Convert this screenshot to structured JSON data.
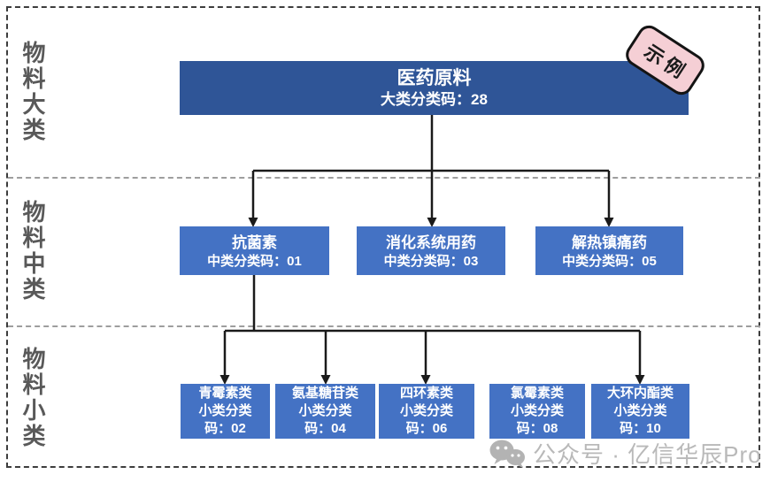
{
  "badge": {
    "label": "示例"
  },
  "side_labels": [
    {
      "label": "物料大类"
    },
    {
      "label": "物料中类"
    },
    {
      "label": "物料小类"
    }
  ],
  "root_node": {
    "title": "医药原料",
    "code": "大类分类码：28"
  },
  "middle_nodes": [
    {
      "title": "抗菌素",
      "code": "中类分类码：01"
    },
    {
      "title": "消化系统用药",
      "code": "中类分类码：03"
    },
    {
      "title": "解热镇痛药",
      "code": "中类分类码：05"
    }
  ],
  "small_nodes": [
    {
      "title": "青霉素类",
      "code_line1": "小类分类",
      "code_line2": "码：02"
    },
    {
      "title": "氨基糖苷类",
      "code_line1": "小类分类",
      "code_line2": "码：04"
    },
    {
      "title": "四环素类",
      "code_line1": "小类分类",
      "code_line2": "码：06"
    },
    {
      "title": "氯霉素类",
      "code_line1": "小类分类",
      "code_line2": "码：08"
    },
    {
      "title": "大环内酯类",
      "code_line1": "小类分类",
      "code_line2": "码：10"
    }
  ],
  "watermark": {
    "text": "公众号 · 亿信华辰Pro"
  },
  "colors": {
    "root_box": "#2F5597",
    "child_box": "#4472C4",
    "badge_fill": "#F5CFD5",
    "section_label_text": "#595959",
    "connector": "#1a1a1a",
    "watermark_gray": "#B9B9B9"
  }
}
